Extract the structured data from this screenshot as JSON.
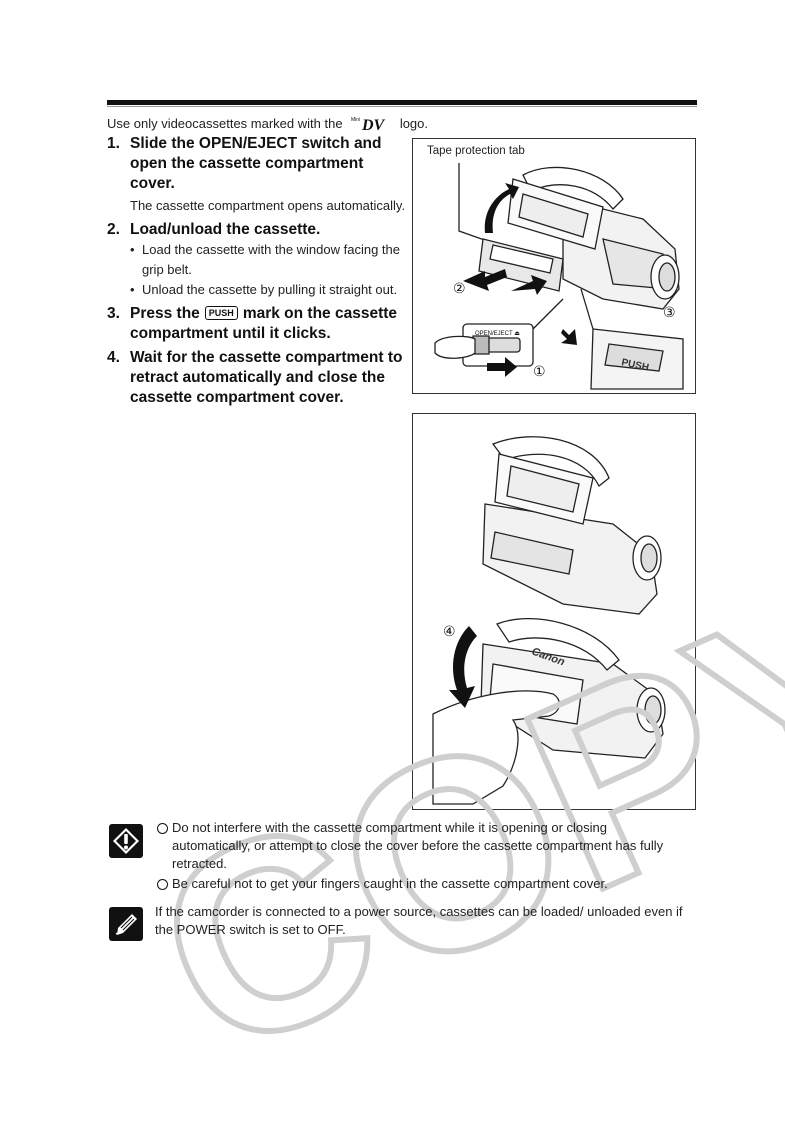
{
  "intro": {
    "before_logo": "Use only videocassettes marked with the",
    "logo_text": "MiniDV",
    "after_logo": "logo."
  },
  "steps": [
    {
      "num": "1.",
      "title": "Slide the OPEN/EJECT switch and open the cassette compartment cover.",
      "desc": "The cassette compartment opens automatically."
    },
    {
      "num": "2.",
      "title": "Load/unload the cassette.",
      "bullets": [
        "Load the cassette with the window facing the grip belt.",
        "Unload the cassette by pulling it straight out."
      ]
    },
    {
      "num": "3.",
      "title_before": "Press the",
      "key": "PUSH",
      "title_after": "mark on the cassette compartment until it clicks."
    },
    {
      "num": "4.",
      "title": "Wait for the cassette compartment to retract automatically and close the cassette compartment cover."
    }
  ],
  "figure1": {
    "label": "Tape protection tab",
    "switch_label": "OPEN/EJECT ⏏",
    "push_label": "PUSH",
    "callouts": [
      "①",
      "②",
      "③"
    ]
  },
  "figure2": {
    "callouts": [
      "④"
    ],
    "brand": "Canon"
  },
  "watermark": "COPY",
  "cautions": [
    "Do not interfere with the cassette compartment while it is opening or closing automatically, or attempt to close the cover before the cassette compartment has fully retracted.",
    "Be careful not to get your fingers caught in the cassette compartment cover."
  ],
  "note": "If the camcorder is connected to a power source, cassettes can be loaded/ unloaded even if the POWER switch is set to OFF.",
  "colors": {
    "text": "#111111",
    "watermark": "#d0d0d0",
    "figure_border": "#333333"
  }
}
